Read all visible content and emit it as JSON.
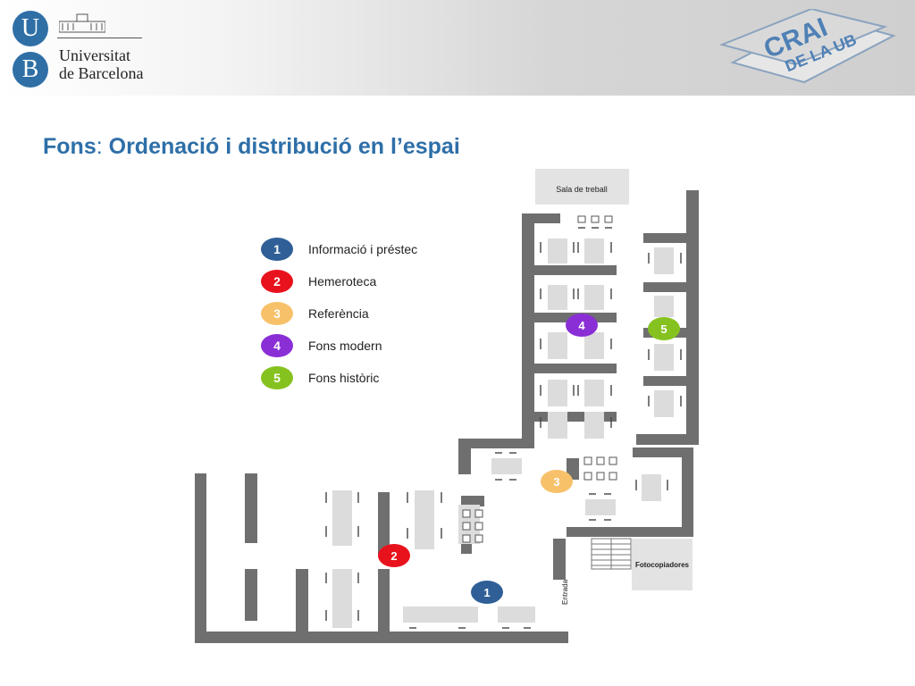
{
  "header": {
    "logo_letter_top": "U",
    "logo_letter_bottom": "B",
    "university_line1": "Universitat",
    "university_line2": "de Barcelona",
    "crai_line1": "CRAI",
    "crai_line2": "DE LA UB"
  },
  "title": {
    "prefix": "Fons",
    "colon": ":",
    "rest": " Ordenació i distribució en l’espai"
  },
  "legend": [
    {
      "number": "1",
      "label": "Informació i préstec",
      "color": "#2f5f96"
    },
    {
      "number": "2",
      "label": "Hemeroteca",
      "color": "#e8121d"
    },
    {
      "number": "3",
      "label": "Referència",
      "color": "#f7c16a"
    },
    {
      "number": "4",
      "label": "Fons modern",
      "color": "#8a2fd6"
    },
    {
      "number": "5",
      "label": "Fons històric",
      "color": "#86c21f"
    }
  ],
  "floorplan": {
    "room_sala": "Sala de treball",
    "room_fotocopiadores": "Fotocopiadores",
    "entrance": "Entrada",
    "markers": [
      "1",
      "2",
      "3",
      "4",
      "5"
    ]
  }
}
